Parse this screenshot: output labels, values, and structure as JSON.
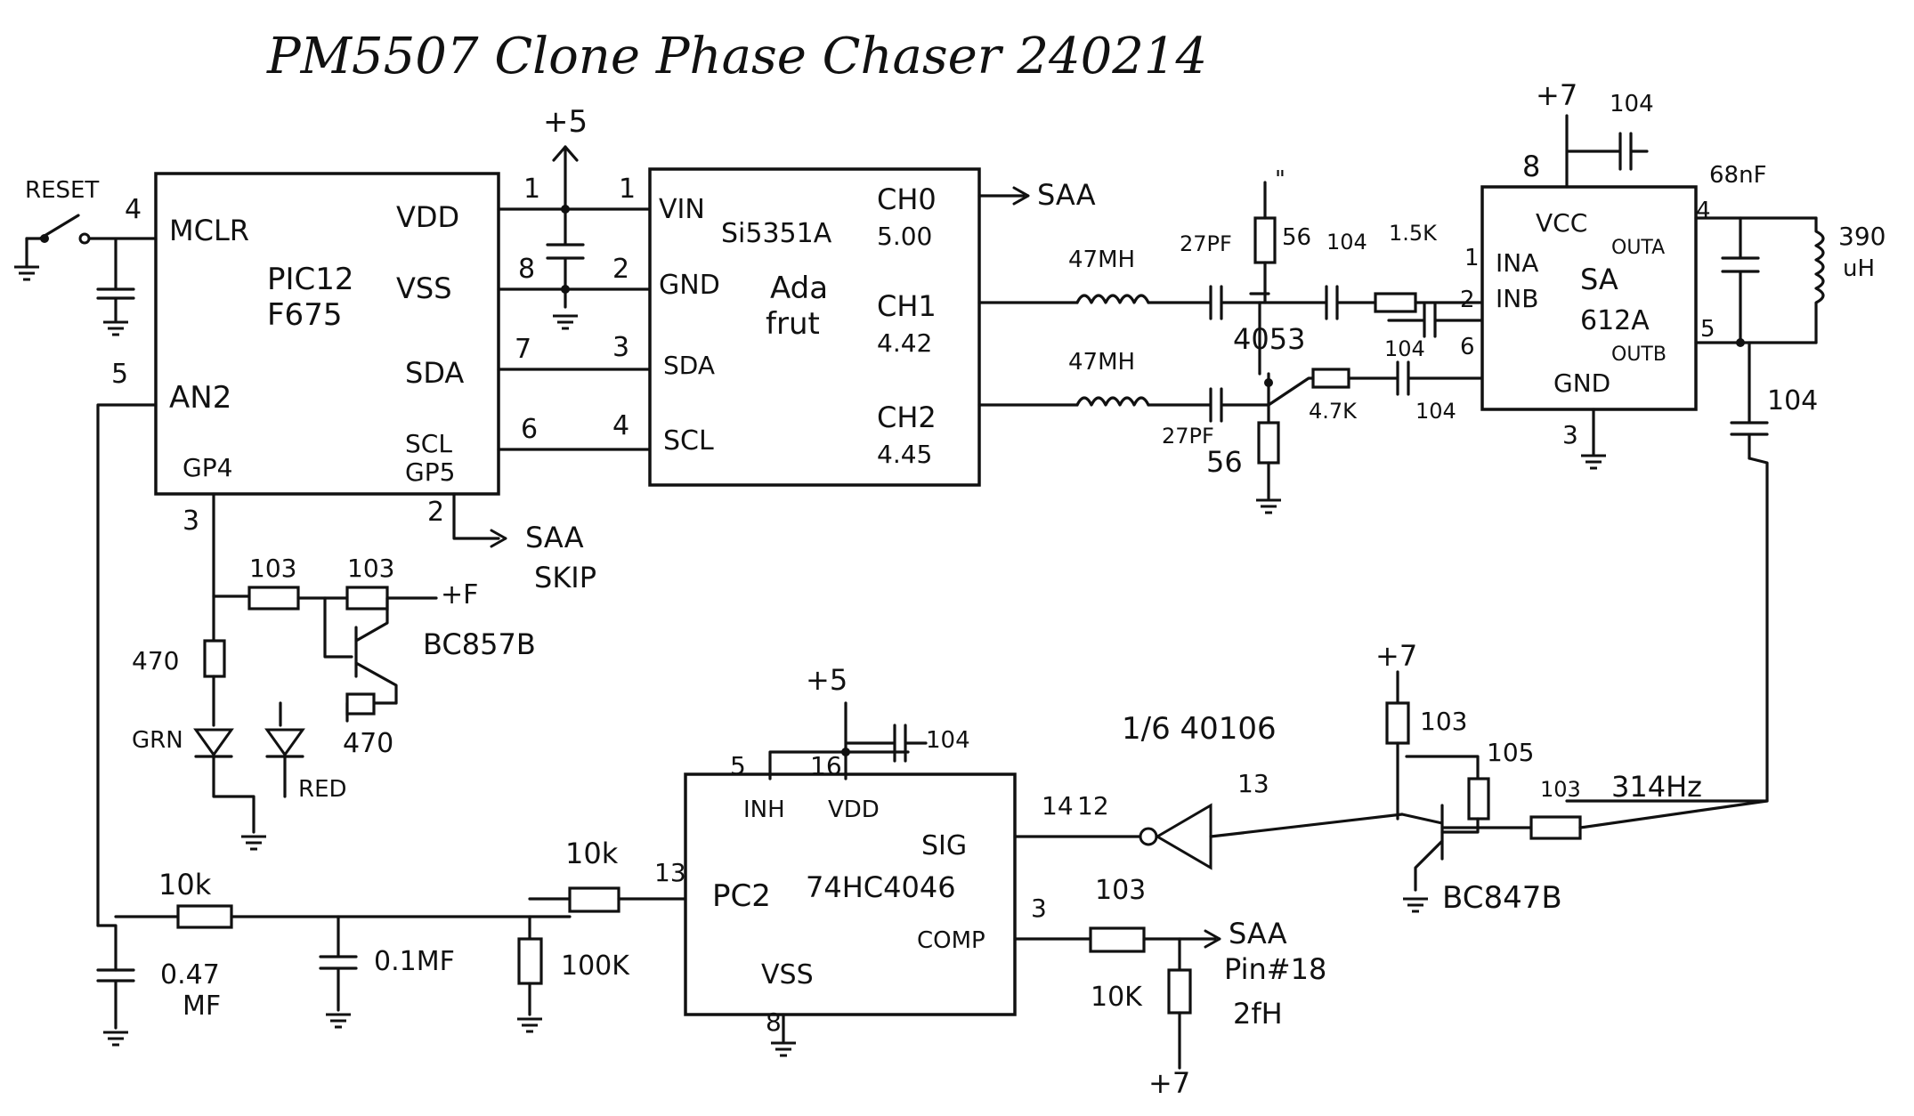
{
  "title": "PM5507 Clone Phase Chaser 240214",
  "pic": {
    "part_line1": "PIC12",
    "part_line2": "F675",
    "pins": {
      "mclr": "MCLR",
      "vdd": "VDD",
      "vss": "VSS",
      "sda": "SDA",
      "an2": "AN2",
      "gp4": "GP4",
      "scl": "SCL",
      "gp5": "GP5"
    },
    "pin_numbers": {
      "mclr": "4",
      "vdd": "1",
      "vss": "8",
      "sda": "7",
      "scl": "6",
      "an2": "5",
      "gp4": "3",
      "gp5": "2"
    },
    "reset_label": "RESET"
  },
  "supply": {
    "plus5_top": "+5",
    "plus5_pll": "+5",
    "plus7_sa": "+7",
    "plus7_bc847": "+7",
    "plus7_bottom": "+7",
    "plusf": "+F"
  },
  "si5351": {
    "part": "Si5351A",
    "brand_line1": "Ada",
    "brand_line2": "frut",
    "pins": {
      "vin": "VIN",
      "gnd": "GND",
      "sda": "SDA",
      "scl": "SCL"
    },
    "pin_numbers": {
      "vin": "1",
      "gnd": "2",
      "sda": "3",
      "scl": "4"
    },
    "ch0": "CH0",
    "ch0_freq": "5.00",
    "ch1": "CH1",
    "ch1_freq": "4.42",
    "ch2": "CH2",
    "ch2_freq": "4.45",
    "saa_out": "SAA"
  },
  "saa_skip": {
    "line1": "SAA",
    "line2": "SKIP"
  },
  "rf_path": {
    "inductor1": "47MH",
    "inductor2": "47MH",
    "cap1": "27PF",
    "cap2": "27PF",
    "res56_a": "56",
    "res56_b": "56",
    "cap104_a": "104",
    "cap104_b": "104",
    "cap104_c": "104",
    "res1k5": "1.5K",
    "res4k7": "4.7K",
    "chip": "4053",
    "tick": "\""
  },
  "sa612": {
    "part_line1": "SA",
    "part_line2": "612A",
    "pins": {
      "vcc": "VCC",
      "ina": "INA",
      "inb": "INB",
      "outa": "OUTA",
      "outb": "OUTB",
      "gnd": "GND"
    },
    "pin_numbers": {
      "vcc": "8",
      "ina": "1",
      "inb": "2",
      "inb2": "6",
      "outa": "4",
      "outb": "5",
      "gnd": "3"
    },
    "decoupling": "104",
    "cap68": "68nF",
    "inductor": "390",
    "inductor_unit": "uH",
    "out_cap": "104"
  },
  "led_section": {
    "res_a": "103",
    "res_b": "103",
    "res470_a": "470",
    "res470_b": "470",
    "transistor": "BC857B",
    "led_green": "GRN",
    "led_red": "RED"
  },
  "pll": {
    "part": "74HC4046",
    "pins": {
      "inh": "INH",
      "vdd": "VDD",
      "sig": "SIG",
      "pc2": "PC2",
      "comp": "COMP",
      "vss": "VSS"
    },
    "pin_numbers": {
      "inh": "5",
      "vdd": "16",
      "sig_a": "14",
      "sig_b": "12",
      "pc2": "13",
      "comp": "3",
      "vss": "8"
    },
    "decoupling": "104"
  },
  "filter": {
    "res10k_a": "10k",
    "res10k_b": "10k",
    "cap047_line1": "0.47",
    "cap047_line2": "MF",
    "cap01": "0.1MF",
    "res100k": "100K"
  },
  "inverter": {
    "label": "1/6 40106",
    "pin_in": "13"
  },
  "bc847": {
    "transistor": "BC847B",
    "res103": "103",
    "res105": "105",
    "res103_b": "103",
    "freq": "314Hz"
  },
  "saa_out": {
    "res103": "103",
    "res10k": "10K",
    "line1": "SAA",
    "line2": "Pin#18",
    "line3": "2fH"
  }
}
